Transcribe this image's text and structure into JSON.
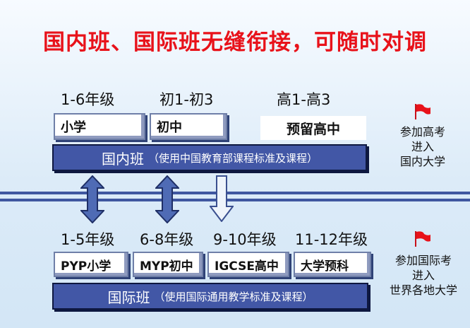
{
  "title": "国内班、国际班无缝衔接，可随时对调",
  "domestic": {
    "levels": [
      "1-6年级",
      "初1-初3",
      "高1-高3"
    ],
    "boxes": [
      "小学",
      "初中",
      "预留高中"
    ],
    "bar_main": "国内班",
    "bar_sub": "（使用中国教育部课程标准及课程）",
    "outcome_lines": [
      "参加高考",
      "进入",
      "国内大学"
    ]
  },
  "international": {
    "levels": [
      "1-5年级",
      "6-8年级",
      "9-10年级",
      "11-12年级"
    ],
    "boxes": [
      "PYP小学",
      "MYP初中",
      "IGCSE高中",
      "大学预科"
    ],
    "bar_main": "国际班",
    "bar_sub": "（使用国际通用教学标准及课程）",
    "outcome_lines": [
      "参加国际考",
      "进入",
      "世界各地大学"
    ]
  },
  "colors": {
    "title": "#e8121a",
    "bar": "#4257a6",
    "flag": "#e8121a",
    "arrow_fill": "#4f6bb5",
    "arrow_outline": "#1f2f66"
  },
  "arrows": [
    "bidirectional",
    "bidirectional",
    "down"
  ]
}
